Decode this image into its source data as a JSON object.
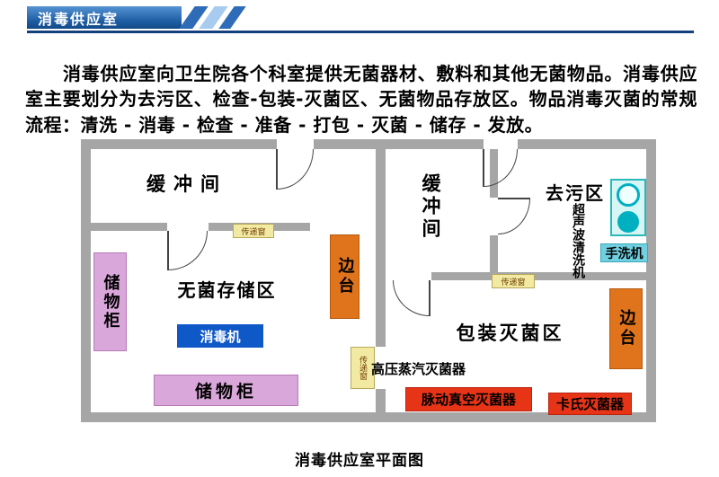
{
  "header": {
    "title": "消毒供应室"
  },
  "intro": {
    "text": "消毒供应室向卫生院各个科室提供无菌器材、敷料和其他无菌物品。消毒供应室主要划分为去污区、检查-包装-灭菌区、无菌物品存放区。物品消毒灭菌的常规流程：清洗 - 消毒 - 检查 - 准备 - 打包 - 灭菌 - 储存 - 发放。"
  },
  "plan": {
    "left": {
      "buffer_room": "缓冲间",
      "transfer_window": "传递窗",
      "cabinet_left": "储物柜",
      "area_label": "无菌存储区",
      "disinfector": "消毒机",
      "cabinet_bottom": "储物柜",
      "side_table": "边台"
    },
    "middle": {
      "transfer_window": "传递窗"
    },
    "right": {
      "buffer_room": "缓冲间",
      "decontamination_label": "去污区",
      "ultrasonic_cleaner": "超声波清洗机",
      "hand_washer": "手洗机",
      "transfer_window": "传递窗",
      "packing_label": "包装灭菌区",
      "side_table": "边台",
      "autoclave": "高压蒸汽灭菌器",
      "vacuum_sterilizer": "脉动真空灭菌器",
      "cassette_sterilizer": "卡氏灭菌器"
    }
  },
  "caption": "消毒供应室平面图",
  "colors": {
    "header_blue": "#1c5aa0",
    "wall_gray": "#a6a6a6",
    "cabinet_plum": "#d9a7d9",
    "side_table_orange": "#e0741c",
    "disinfector_blue": "#0f58c8",
    "sterilizer_red": "#e73417",
    "transfer_window_yellow": "#f2e9a2",
    "sink_cyan": "#d5f6f4",
    "sink_accent": "#00b0c0"
  }
}
